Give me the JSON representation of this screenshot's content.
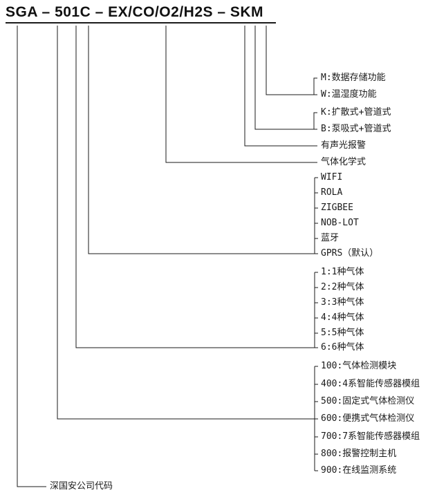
{
  "title": "SGA – 501C – EX/CO/O2/H2S – SKM",
  "legend": {
    "storage_group": {
      "items": [
        "M:数据存储功能",
        "W:温湿度功能"
      ]
    },
    "sampling_group": {
      "items": [
        "K:扩散式+管道式",
        "B:泵吸式+管道式"
      ]
    },
    "alarm": "有声光报警",
    "gas_formula": "气体化学式",
    "comm_group": {
      "items": [
        "WIFI",
        "ROLA",
        "ZIGBEE",
        "NOB-LOT",
        "蓝牙",
        "GPRS（默认）"
      ]
    },
    "gas_count_group": {
      "items": [
        "1:1种气体",
        "2:2种气体",
        "3:3种气体",
        "4:4种气体",
        "5:5种气体",
        "6:6种气体"
      ]
    },
    "series_group": {
      "items": [
        "100:气体检测模块",
        "400:4系智能传感器模组",
        "500:固定式气体检测仪",
        "600:便携式气体检测仪",
        "700:7系智能传感器模组",
        "800:报警控制主机",
        "900:在线监测系统"
      ]
    },
    "company": "深国安公司代码"
  },
  "colors": {
    "line": "#1a1a1a",
    "text": "#1a1a1a",
    "background": "#ffffff"
  }
}
